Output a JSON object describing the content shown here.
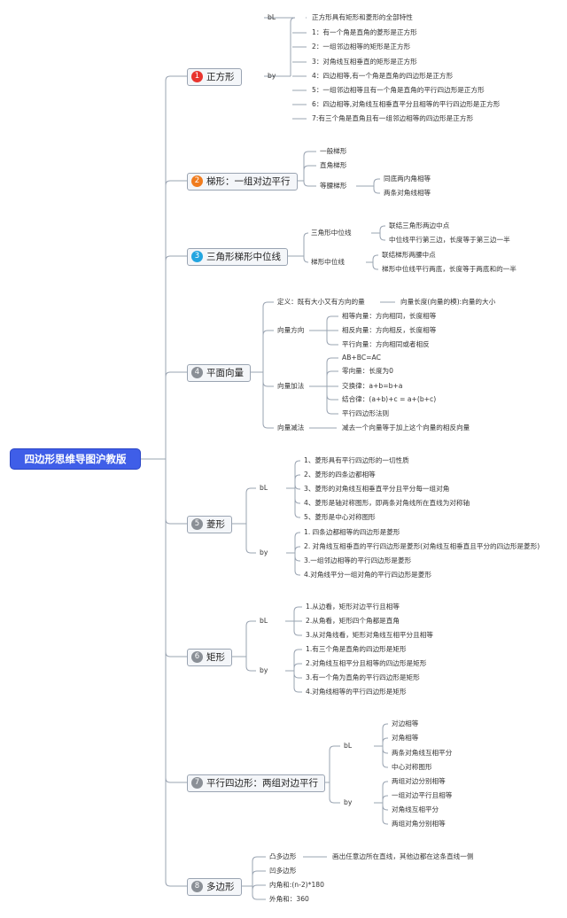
{
  "root": {
    "title": "四边形思维导图沪教版"
  },
  "branches": [
    {
      "id": "square",
      "num": "1",
      "color": "#e8342e",
      "label": "正方形",
      "children": [
        {
          "label": "bL",
          "children": [
            {
              "label": "正方形具有矩形和菱形的全部特性"
            }
          ]
        },
        {
          "label": "by",
          "children": [
            {
              "label": "1：有一个角是直角的菱形是正方形"
            },
            {
              "label": "2：一组邻边相等的矩形是正方形"
            },
            {
              "label": "3：对角线互相垂直的矩形是正方形"
            },
            {
              "label": "4：四边相等,有一个角是直角的四边形是正方形"
            },
            {
              "label": "5：一组邻边相等且有一个角是直角的平行四边形是正方形"
            },
            {
              "label": "6：四边相等,对角线互相垂直平分且相等的平行四边形是正方形"
            },
            {
              "label": "7:有三个角是直角且有一组邻边相等的四边形是正方形"
            }
          ]
        }
      ]
    },
    {
      "id": "trapezoid",
      "num": "2",
      "color": "#f07c1e",
      "label": "梯形：一组对边平行",
      "children": [
        {
          "label": "一般梯形"
        },
        {
          "label": "直角梯形"
        },
        {
          "label": "等腰梯形",
          "children": [
            {
              "label": "同底两内角相等"
            },
            {
              "label": "两条对角线相等"
            }
          ]
        }
      ]
    },
    {
      "id": "midline",
      "num": "3",
      "color": "#22a5e0",
      "label": "三角形梯形中位线",
      "children": [
        {
          "label": "三角形中位线",
          "children": [
            {
              "label": "联结三角形两边中点"
            },
            {
              "label": "中位线平行第三边，长度等于第三边一半"
            }
          ]
        },
        {
          "label": "梯形中位线",
          "children": [
            {
              "label": "联结梯形两腰中点"
            },
            {
              "label": "梯形中位线平行两底，长度等于两底和的一半"
            }
          ]
        }
      ]
    },
    {
      "id": "vector",
      "num": "4",
      "color": "#8a8f96",
      "label": "平面向量",
      "children": [
        {
          "label": "定义：既有大小又有方向的量",
          "children": [
            {
              "label": "向量长度(向量的模):向量的大小"
            }
          ]
        },
        {
          "label": "向量方向",
          "children": [
            {
              "label": "相等向量：方向相同，长度相等"
            },
            {
              "label": "相反向量：方向相反，长度相等"
            },
            {
              "label": "平行向量：方向相同或者相反"
            }
          ]
        },
        {
          "label": "向量加法",
          "children": [
            {
              "label": "AB+BC=AC"
            },
            {
              "label": "零向量：长度为0"
            },
            {
              "label": "交换律：a+b=b+a"
            },
            {
              "label": "结合律：(a+b)+c = a+(b+c)"
            },
            {
              "label": "平行四边形法则"
            }
          ]
        },
        {
          "label": "向量减法",
          "children": [
            {
              "label": "减去一个向量等于加上这个向量的相反向量"
            }
          ]
        }
      ]
    },
    {
      "id": "rhombus",
      "num": "5",
      "color": "#8a8f96",
      "label": "菱形",
      "children": [
        {
          "label": "bL",
          "children": [
            {
              "label": "1、菱形具有平行四边形的一切性质"
            },
            {
              "label": "2、菱形的四条边都相等"
            },
            {
              "label": "3、菱形的对角线互相垂直平分且平分每一组对角"
            },
            {
              "label": "4、菱形是轴对称图形，即两条对角线所在直线为对称轴"
            },
            {
              "label": "5、菱形是中心对称图形"
            }
          ]
        },
        {
          "label": "by",
          "children": [
            {
              "label": "1. 四条边都相等的四边形是菱形"
            },
            {
              "label": "2. 对角线互相垂直的平行四边形是菱形(对角线互相垂直且平分的四边形是菱形)"
            },
            {
              "label": "3.一组邻边相等的平行四边形是菱形"
            },
            {
              "label": "4.对角线平分一组对角的平行四边形是菱形"
            }
          ]
        }
      ]
    },
    {
      "id": "rectangle",
      "num": "6",
      "color": "#8a8f96",
      "label": "矩形",
      "children": [
        {
          "label": "bL",
          "children": [
            {
              "label": "1.从边看，矩形对边平行且相等"
            },
            {
              "label": "2.从角看，矩形四个角都是直角"
            },
            {
              "label": "3.从对角线看，矩形对角线互相平分且相等"
            }
          ]
        },
        {
          "label": "by",
          "children": [
            {
              "label": "1.有三个角是直角的四边形是矩形"
            },
            {
              "label": "2.对角线互相平分且相等的四边形是矩形"
            },
            {
              "label": "3.有一个角为直角的平行四边形是矩形"
            },
            {
              "label": "4.对角线相等的平行四边形是矩形"
            }
          ]
        }
      ]
    },
    {
      "id": "parallelogram",
      "num": "7",
      "color": "#8a8f96",
      "label": "平行四边形：两组对边平行",
      "children": [
        {
          "label": "bL",
          "children": [
            {
              "label": "对边相等"
            },
            {
              "label": "对角相等"
            },
            {
              "label": "两条对角线互相平分"
            },
            {
              "label": "中心对称图形"
            }
          ]
        },
        {
          "label": "by",
          "children": [
            {
              "label": "两组对边分别相等"
            },
            {
              "label": "一组对边平行且相等"
            },
            {
              "label": "对角线互相平分"
            },
            {
              "label": "两组对角分别相等"
            }
          ]
        }
      ]
    },
    {
      "id": "polygon",
      "num": "8",
      "color": "#8a8f96",
      "label": "多边形",
      "children": [
        {
          "label": "凸多边形",
          "children": [
            {
              "label": "画出任意边所在直线，其他边都在这条直线一侧"
            }
          ]
        },
        {
          "label": "凹多边形"
        },
        {
          "label": "内角和:(n-2)*180"
        },
        {
          "label": "外角和：360"
        }
      ]
    }
  ],
  "colors": {
    "line": "#9aa4b2",
    "root": "#3f5ee8"
  }
}
